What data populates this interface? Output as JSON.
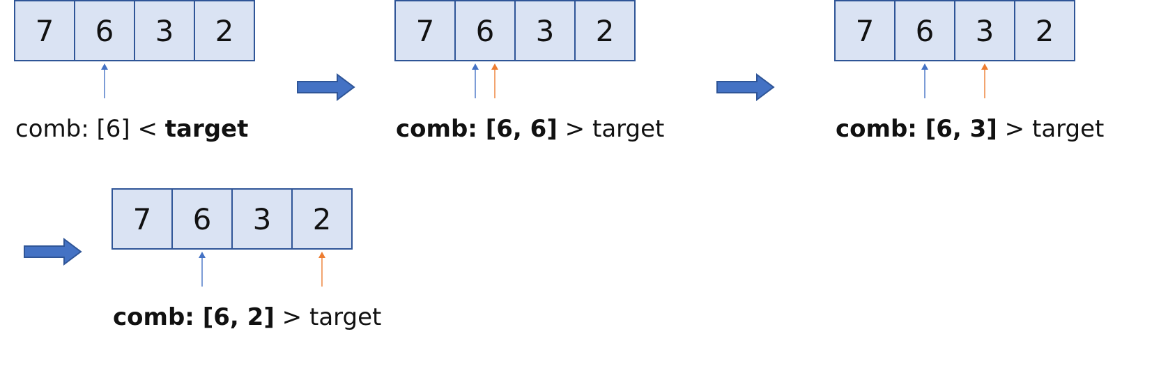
{
  "steps": [
    {
      "cells": [
        "7",
        "6",
        "3",
        "2"
      ],
      "pointers": [
        {
          "index": 1,
          "kind": "blue"
        }
      ],
      "caption": {
        "prefix": "comb: [6]",
        "prefix_bold": false,
        "op": "<",
        "suffix": "target",
        "suffix_bold": true
      }
    },
    {
      "cells": [
        "7",
        "6",
        "3",
        "2"
      ],
      "pointers": [
        {
          "index": 1,
          "kind": "blue"
        },
        {
          "index": 1,
          "kind": "orange"
        }
      ],
      "caption": {
        "prefix": "comb: [6, 6]",
        "prefix_bold": true,
        "op": ">",
        "suffix": "target",
        "suffix_bold": false
      }
    },
    {
      "cells": [
        "7",
        "6",
        "3",
        "2"
      ],
      "pointers": [
        {
          "index": 1,
          "kind": "blue"
        },
        {
          "index": 2,
          "kind": "orange"
        }
      ],
      "caption": {
        "prefix": "comb: [6, 3]",
        "prefix_bold": true,
        "op": ">",
        "suffix": "target",
        "suffix_bold": false
      }
    },
    {
      "cells": [
        "7",
        "6",
        "3",
        "2"
      ],
      "pointers": [
        {
          "index": 1,
          "kind": "blue"
        },
        {
          "index": 3,
          "kind": "orange"
        }
      ],
      "caption": {
        "prefix": "comb: [6, 2]",
        "prefix_bold": true,
        "op": ">",
        "suffix": "target",
        "suffix_bold": false
      }
    }
  ],
  "colors": {
    "cell_fill": "#dae3f3",
    "cell_border": "#2f5597",
    "pointer_blue": "#4472c4",
    "pointer_orange": "#ed7d31",
    "flow_arrow": "#4472c4",
    "flow_arrow_border": "#2f5597"
  }
}
